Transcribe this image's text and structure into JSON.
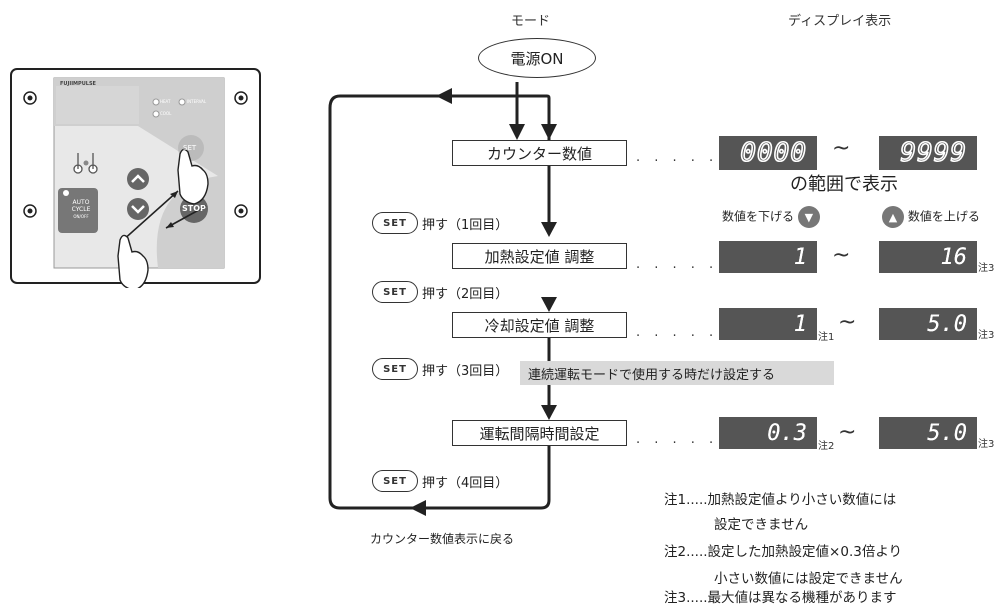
{
  "headers": {
    "mode": "モード",
    "display": "ディスプレイ表示"
  },
  "power_on": "電源ON",
  "steps": [
    {
      "label": "カウンター数値",
      "min": "0000",
      "max": "9999"
    },
    {
      "label": "加熱設定値 調整",
      "min": "1",
      "max": "16"
    },
    {
      "label": "冷却設定値 調整",
      "min": "1",
      "max": "5.0"
    },
    {
      "label": "運転間隔時間設定",
      "min": "0.3",
      "max": "5.0"
    }
  ],
  "dots": ". . . . .",
  "tilde": "~",
  "range_caption": "の範囲で表示",
  "decrease_label": "数値を下げる",
  "increase_label": "数値を上げる",
  "set_presses": [
    {
      "key": "SET",
      "text": "押す（1回目）"
    },
    {
      "key": "SET",
      "text": "押す（2回目）"
    },
    {
      "key": "SET",
      "text": "押す（3回目）"
    },
    {
      "key": "SET",
      "text": "押す（4回目）"
    }
  ],
  "continuous_note": "連続運転モードで使用する時だけ設定する",
  "return_label": "カウンター数値表示に戻る",
  "note_marks": {
    "n1": "注1",
    "n2": "注2",
    "n3": "注3"
  },
  "notes": [
    "注1.....加熱設定値より小さい数値には",
    "設定できません",
    "注2.....設定した加熱設定値×0.3倍より",
    "小さい数値には設定できません",
    "注3.....最大値は異なる機種があります"
  ],
  "device": {
    "brand": "FUJIIMPULSE",
    "led_heat": "HEAT",
    "led_interval": "INTERVAL",
    "led_cool": "COOL",
    "set_key": "SET",
    "stop_key": "STOP",
    "auto_key_1": "AUTO",
    "auto_key_2": "CYCLE",
    "auto_key_3": "ON/OFF"
  }
}
